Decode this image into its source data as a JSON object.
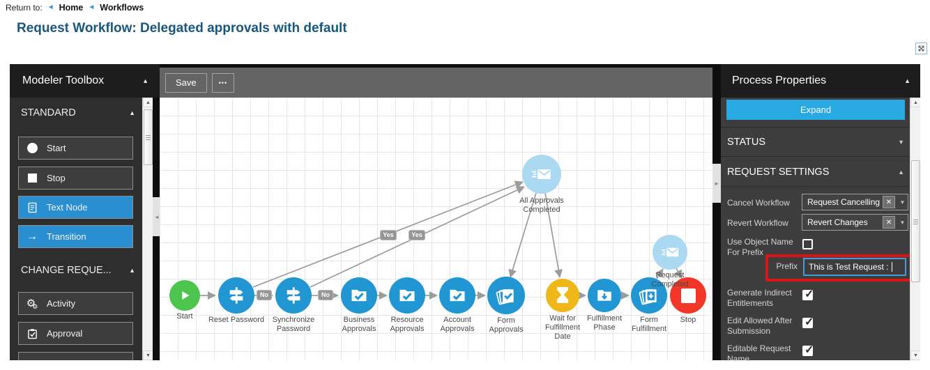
{
  "header": {
    "return_label": "Return to:",
    "breadcrumbs": [
      {
        "label": "Home"
      },
      {
        "label": "Workflows"
      }
    ],
    "title": "Request Workflow: Delegated approvals with default"
  },
  "toolbox": {
    "title": "Modeler Toolbox",
    "sections": [
      {
        "label": "STANDARD",
        "items": [
          {
            "label": "Start"
          },
          {
            "label": "Stop"
          },
          {
            "label": "Text Node"
          },
          {
            "label": "Transition"
          }
        ]
      },
      {
        "label": "CHANGE REQUE...",
        "items": [
          {
            "label": "Activity"
          },
          {
            "label": "Approval"
          }
        ]
      }
    ]
  },
  "toolbar": {
    "save_label": "Save",
    "more_label": "•••"
  },
  "diagram": {
    "nodes": [
      {
        "label": "Start",
        "type": "start"
      },
      {
        "label": "Reset Password",
        "type": "decision"
      },
      {
        "label": "Synchronize Password",
        "type": "decision"
      },
      {
        "label": "Business Approvals",
        "type": "approval"
      },
      {
        "label": "Resource Approvals",
        "type": "approval"
      },
      {
        "label": "Account Approvals",
        "type": "approval"
      },
      {
        "label": "Form Approvals",
        "type": "form-approval"
      },
      {
        "label": "Wait for Fulfillment Date",
        "type": "wait"
      },
      {
        "label": "Fulfillment Phase",
        "type": "fulfillment"
      },
      {
        "label": "Form Fulfillment",
        "type": "form-fulfillment"
      },
      {
        "label": "Stop",
        "type": "stop"
      },
      {
        "label": "All Approvals Completed",
        "type": "notification"
      },
      {
        "label": "Request Completed",
        "type": "notification"
      }
    ],
    "badges": {
      "no1": "No",
      "no2": "No",
      "yes1": "Yes",
      "yes2": "Yes"
    }
  },
  "properties": {
    "title": "Process Properties",
    "expand_label": "Expand",
    "status_section": "STATUS",
    "request_settings_section": "REQUEST SETTINGS",
    "cancel_workflow_label": "Cancel Workflow",
    "cancel_workflow_value": "Request Cancelling",
    "revert_workflow_label": "Revert Workflow",
    "revert_workflow_value": "Revert Changes",
    "use_object_name_label": "Use Object Name For Prefix",
    "use_object_name_checked": false,
    "prefix_label": "Prefix",
    "prefix_value": "This is Test Request :",
    "generate_indirect_label": "Generate Indirect Entitlements",
    "generate_indirect_checked": true,
    "edit_allowed_label": "Edit Allowed After Submission",
    "edit_allowed_checked": true,
    "editable_request_name_label": "Editable Request Name",
    "editable_request_name_checked": true
  },
  "colors": {
    "node_blue": "#2196d3",
    "node_light_blue": "#abd9f2",
    "node_green": "#4dc44d",
    "node_yellow": "#efb718",
    "node_red": "#f23728",
    "accent_button": "#29a9e1",
    "annotation_red": "#dc1418"
  }
}
